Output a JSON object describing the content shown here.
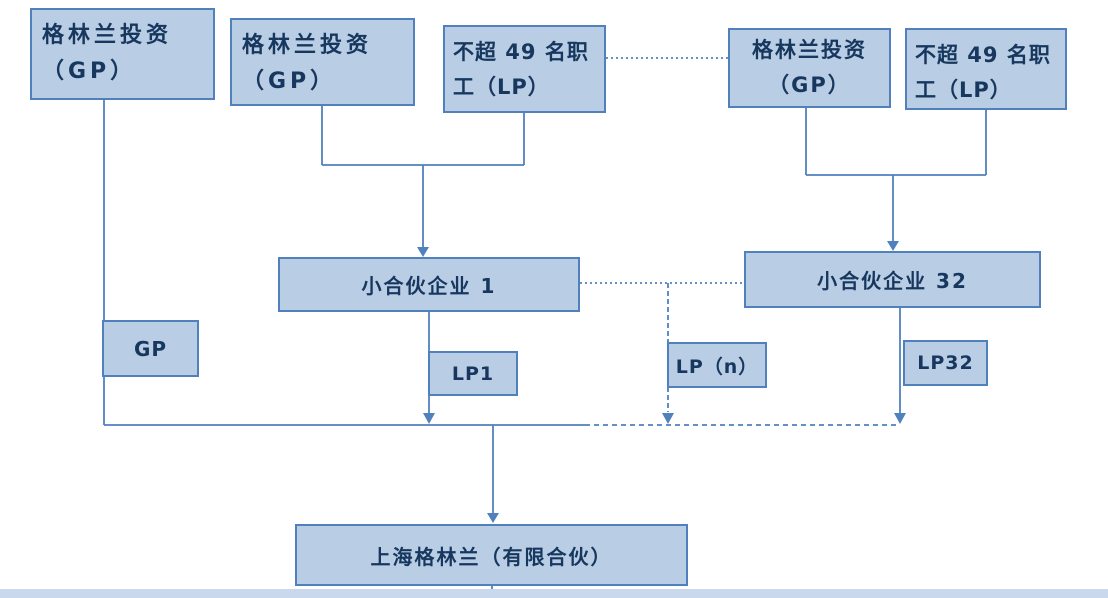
{
  "colors": {
    "box_fill": "#b9cde4",
    "box_border": "#5081bd",
    "text": "#17375e",
    "connector_line": "#5081bd",
    "bottom_band": "#c9d8ec"
  },
  "nodes": {
    "gp_top_1": {
      "label": "格林兰投资\n（GP）"
    },
    "gp_top_2": {
      "label": "格林兰投资\n（GP）"
    },
    "lp_top_1": {
      "label": "不超 49 名职\n工（LP）"
    },
    "gp_top_3": {
      "label": "格林兰投资\n（GP）"
    },
    "lp_top_2": {
      "label": "不超 49 名职\n工（LP）"
    },
    "partnership_1": {
      "label": "小合伙企业 1"
    },
    "partnership_32": {
      "label": "小合伙企业 32"
    },
    "gp_tag": {
      "label": "GP"
    },
    "lp1_tag": {
      "label": "LP1"
    },
    "lpn_tag": {
      "label": "LP（n）"
    },
    "lp32_tag": {
      "label": "LP32"
    },
    "shanghai_partnership": {
      "label": "上海格林兰（有限合伙）"
    }
  }
}
